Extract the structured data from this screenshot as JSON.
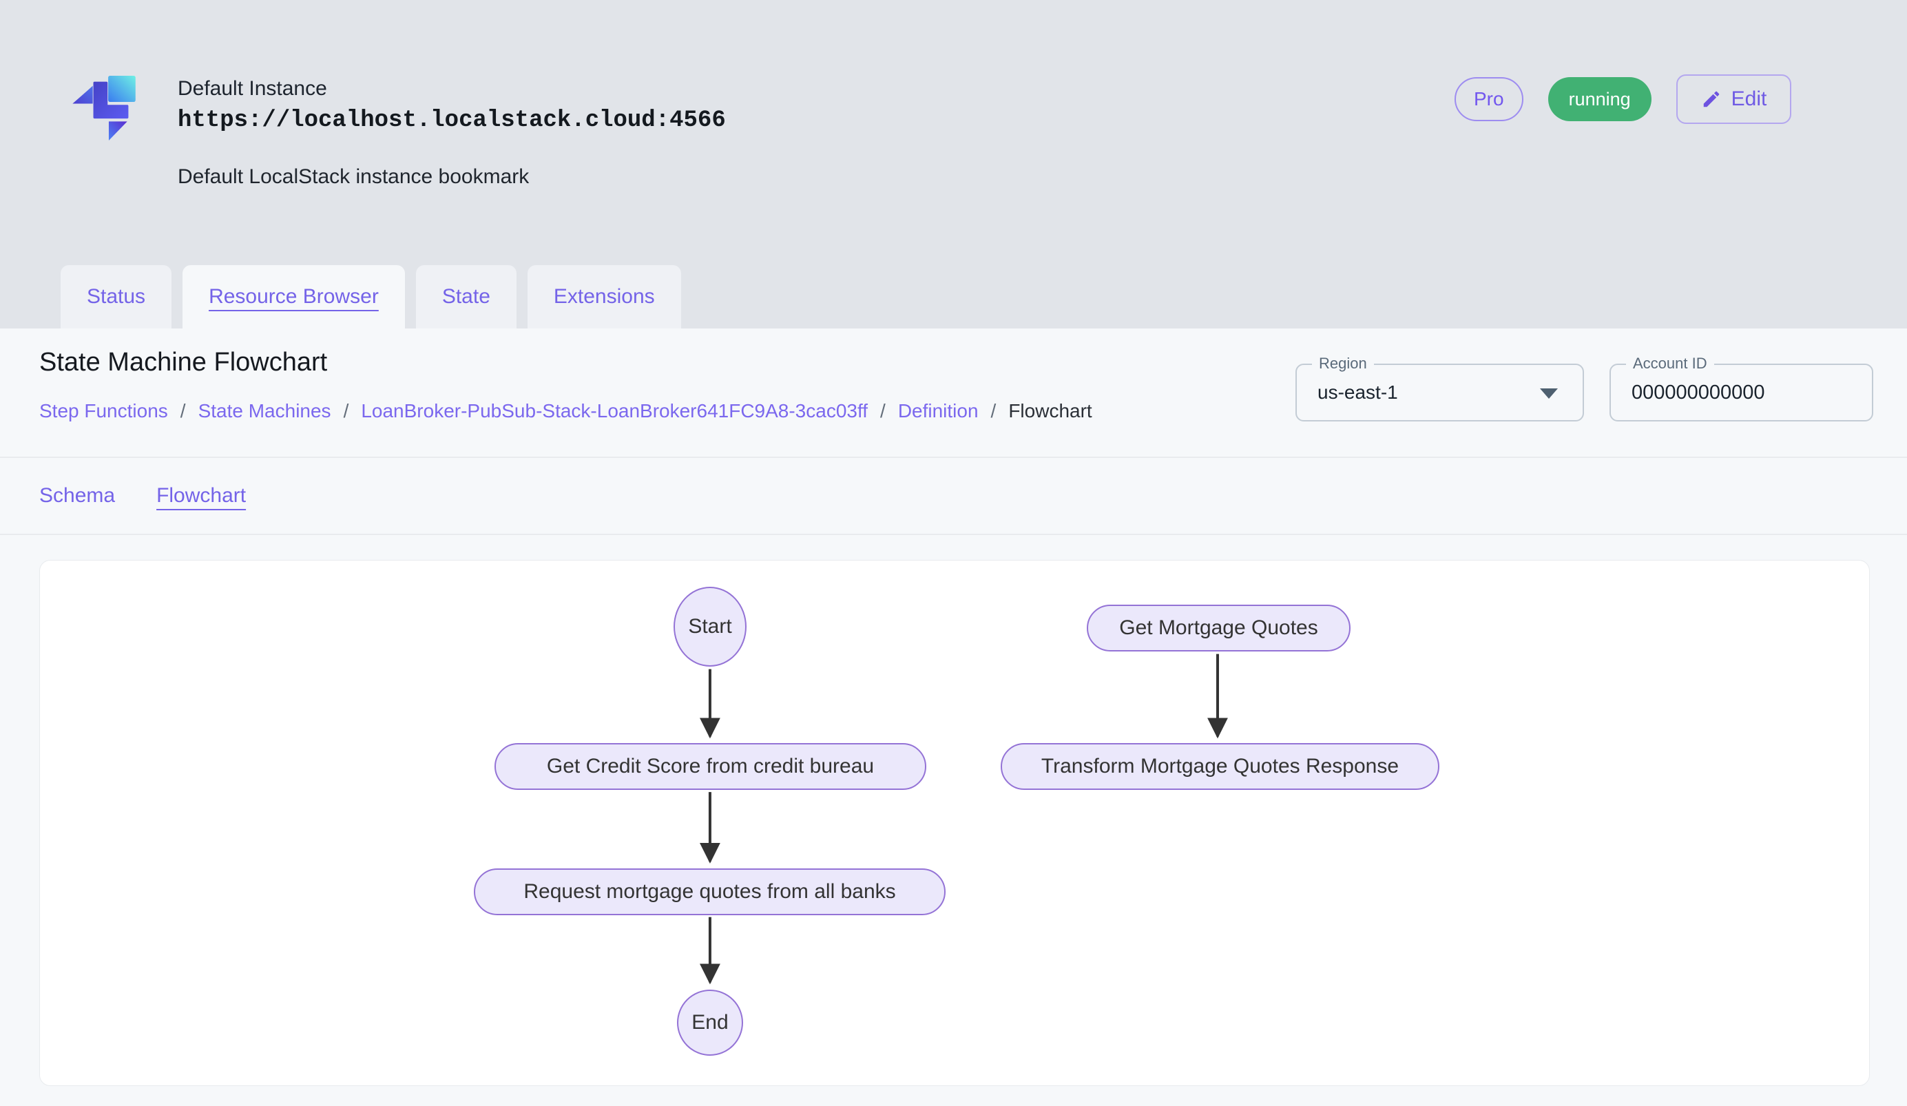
{
  "instance": {
    "name": "Default Instance",
    "url": "https://localhost.localstack.cloud:4566",
    "description": "Default LocalStack instance bookmark",
    "pro_badge": "Pro",
    "status_badge": "running",
    "edit_button": "Edit"
  },
  "tabs": [
    {
      "label": "Status",
      "active": false
    },
    {
      "label": "Resource Browser",
      "active": true
    },
    {
      "label": "State",
      "active": false
    },
    {
      "label": "Extensions",
      "active": false
    }
  ],
  "page": {
    "title": "State Machine Flowchart",
    "breadcrumb_separator": "/",
    "breadcrumb": [
      {
        "label": "Step Functions"
      },
      {
        "label": "State Machines"
      },
      {
        "label": "LoanBroker-PubSub-Stack-LoanBroker641FC9A8-3cac03ff"
      },
      {
        "label": "Definition"
      },
      {
        "label": "Flowchart"
      }
    ],
    "region": {
      "label": "Region",
      "value": "us-east-1"
    },
    "account": {
      "label": "Account ID",
      "value": "000000000000"
    }
  },
  "subtabs": [
    {
      "label": "Schema",
      "active": false
    },
    {
      "label": "Flowchart",
      "active": true
    }
  ],
  "flowchart": {
    "nodes": {
      "start": "Start",
      "credit_score": "Get Credit Score from credit bureau",
      "request_quotes": "Request mortgage quotes from all banks",
      "end": "End",
      "get_quotes": "Get Mortgage Quotes",
      "transform_response": "Transform Mortgage Quotes Response"
    }
  },
  "colors": {
    "accent_purple": "#7463e8",
    "status_green": "#41b173",
    "node_fill": "#ebe8fb",
    "node_border": "#9473d6",
    "arrow": "#333333",
    "page_background": "#e1e4e9",
    "panel_background": "#f6f8fa"
  }
}
